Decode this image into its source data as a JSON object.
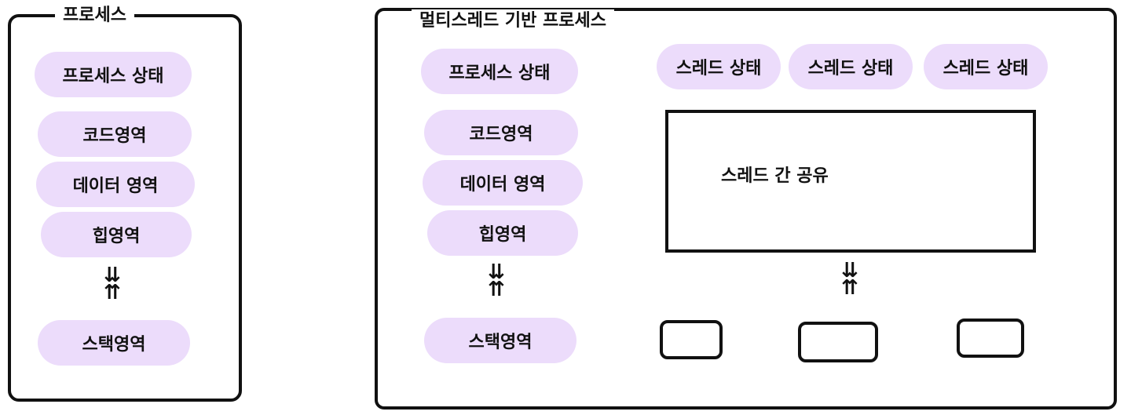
{
  "colors": {
    "pill_fill": "#ecdcfb",
    "stroke": "#111111",
    "background": "#ffffff"
  },
  "single_process": {
    "title": "프로세스",
    "process_state": "프로세스 상태",
    "code_area": "코드영역",
    "data_area": "데이터 영역",
    "heap_area": "힙영역",
    "stack_area": "스택영역",
    "arrow_down": "⇊",
    "arrow_up": "⇈"
  },
  "multi_thread_process": {
    "title": "멀티스레드 기반 프로세스",
    "process_state": "프로세스 상태",
    "code_area": "코드영역",
    "data_area": "데이터 영역",
    "heap_area": "힙영역",
    "stack_area": "스택영역",
    "arrow_down": "⇊",
    "arrow_up": "⇈",
    "thread_states": [
      "스레드 상태",
      "스레드 상태",
      "스레드 상태"
    ],
    "shared_label": "스레드 간 공유",
    "shared_arrow_down": "⇊",
    "shared_arrow_up": "⇈"
  }
}
